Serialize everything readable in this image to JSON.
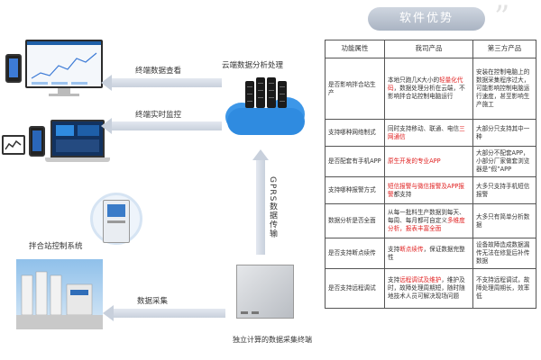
{
  "diagram": {
    "cloud_label": "云端数据分析处理",
    "view_label": "终端数据查看",
    "monitor_label": "终端实时监控",
    "gprs_label": "GPRS数据传输",
    "plant_label": "拌合站控制系统",
    "collect_label": "数据采集",
    "terminal_label": "独立计算的数据采集终端"
  },
  "panel": {
    "title": "软件优势"
  },
  "table": {
    "headers": [
      "功能属性",
      "我司产品",
      "第三方产品"
    ],
    "rows": [
      {
        "attr": "是否影响拌合站生产",
        "ours": [
          {
            "t": "本地只跑几K大小的"
          },
          {
            "t": "轻量化代码",
            "red": true
          },
          {
            "t": "，数据处理分析在云端，不影响拌合站控制电脑运行"
          }
        ],
        "third": "安装在控制电脑上的数据采集程序过大，可能影响控制电脑运行速度，甚至影响生产施工"
      },
      {
        "attr": "支持哪种网络制式",
        "ours": [
          {
            "t": "同时支持移动、联通、电信"
          },
          {
            "t": "三网通信",
            "red": true
          }
        ],
        "third": "大部分只支持其中一种"
      },
      {
        "attr": "是否配套有手机APP",
        "ours": [
          {
            "t": "原生开发的专业APP",
            "red": true
          }
        ],
        "third": "大部分不配套APP，小部分厂家做套浏览器是“假”APP"
      },
      {
        "attr": "支持哪种报警方式",
        "ours": [
          {
            "t": "短信报警与微信报警及APP报警",
            "red": true
          },
          {
            "t": "都支持"
          }
        ],
        "third": "大多只支持手机短信报警"
      },
      {
        "attr": "数据分析是否全面",
        "ours": [
          {
            "t": "从每一批料生产数据到每天、每周、每月都可自定义"
          },
          {
            "t": "多维度分析，报表丰富全面",
            "red": true
          }
        ],
        "third": "大多只有简单分析数据"
      },
      {
        "attr": "是否支持断点续传",
        "ours": [
          {
            "t": "支持"
          },
          {
            "t": "断点续传",
            "red": true
          },
          {
            "t": "，保证数据完整性"
          }
        ],
        "third": "设备故障造成数据漏传无法在修复后补传数据"
      },
      {
        "attr": "是否支持远程调试",
        "ours": [
          {
            "t": "支持"
          },
          {
            "t": "远程调试及维护",
            "red": true
          },
          {
            "t": "，维护及时，故障处理周期短，随时随地技术人员可解决现场问题"
          }
        ],
        "third": "不支持远程调试，故障处理周期长，效率低"
      }
    ]
  }
}
